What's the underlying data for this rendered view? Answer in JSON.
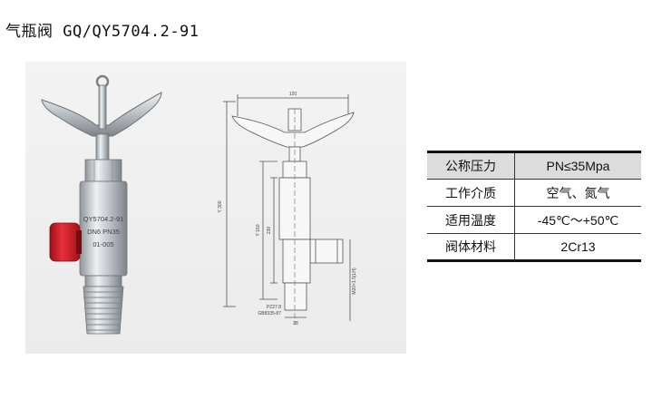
{
  "title": "气瓶阀 GQ/QY5704.2-91",
  "photo": {
    "body_marking": [
      "QY5704.2-91",
      "DN6 PN35",
      "01-005"
    ],
    "colors": {
      "cap": "#d8202a",
      "steel": "#c9ced3"
    }
  },
  "drawing": {
    "dimensions": {
      "top_width": "120",
      "overall_height": "Y 300",
      "stem_height": "Y 150",
      "body_height": "230",
      "thread_right": "M20×1.5(LH)",
      "bottom_width": "28",
      "thread_bottom": "PZ27.8",
      "thread_bottom_std": "GB8335-87"
    }
  },
  "specs": [
    {
      "label": "公称压力",
      "value": "PN≤35Mpa"
    },
    {
      "label": "工作介质",
      "value": "空气、氮气"
    },
    {
      "label": "适用温度",
      "value": "-45℃～+50℃"
    },
    {
      "label": "阀体材料",
      "value": "2Cr13"
    }
  ]
}
